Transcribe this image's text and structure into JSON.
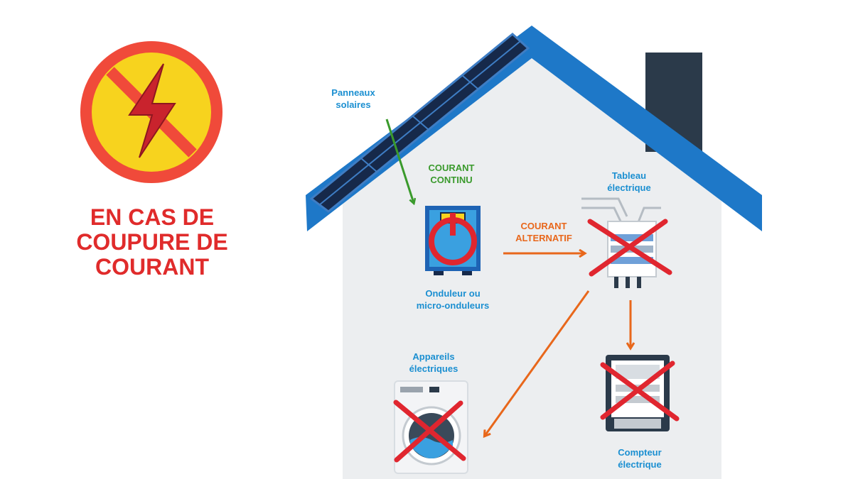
{
  "headline": "EN CAS DE\nCOUPURE DE\nCOURANT",
  "labels": {
    "solar_panels": "Panneaux\nsolaires",
    "dc_current": "COURANT\nCONTINU",
    "inverter": "Onduleur ou\nmicro-onduleurs",
    "ac_current": "COURANT\nALTERNATIF",
    "breaker_panel": "Tableau\nélectrique",
    "appliances": "Appareils\nélectriques",
    "meter": "Compteur\nélectrique"
  },
  "icons": {
    "warning": "no-power-icon",
    "panels": "solar-panel-icon",
    "inverter": "inverter-icon",
    "breaker_panel": "breaker-panel-icon",
    "meter": "electric-meter-icon",
    "appliance": "washing-machine-icon",
    "disabled_marker": "red-cross-icon"
  },
  "colors": {
    "headline_red": "#e02b2b",
    "label_blue": "#1b8fd1",
    "label_green": "#3a9a2c",
    "label_orange": "#e8671b",
    "roof_blue": "#1e78c8",
    "house_wall": "#eceef0",
    "chimney": "#2b3a4a",
    "cross_red": "#e0262f",
    "warning_yellow": "#f7d31e"
  }
}
